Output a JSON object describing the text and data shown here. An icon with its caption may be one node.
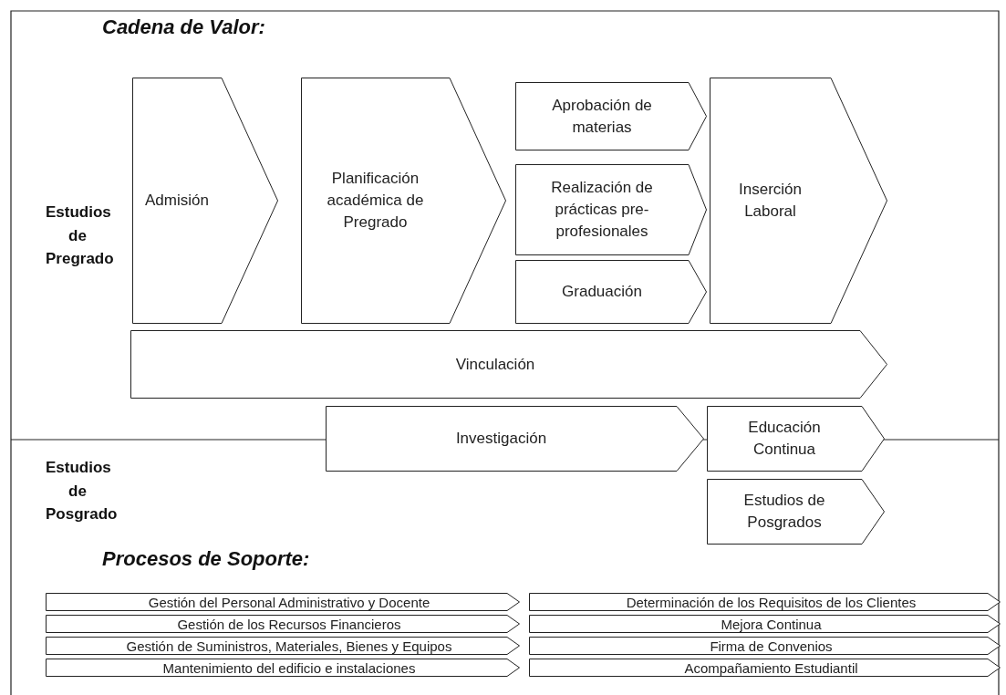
{
  "diagram": {
    "nodes": [
      {
        "text": [
          "Admisión"
        ]
      },
      {
        "text": [
          "Planificación académica de Pregrado"
        ]
      },
      {
        "text": [
          "Aprobación de materias"
        ]
      },
      {
        "text": [
          "Realización de prácticas pre-profesionales"
        ]
      },
      {
        "text": [
          "Graduación"
        ]
      },
      {
        "text": [
          "Inserción Laboral"
        ]
      },
      {
        "text": [
          "Vinculación"
        ]
      },
      {
        "text": [
          "Investigación"
        ]
      },
      {
        "text": [
          "Educación Continua"
        ]
      },
      {
        "text": [
          "Estudios de Posgrados"
        ]
      },
      {
        "text": [
          "Gestión del Personal Administrativo y Docente"
        ]
      },
      {
        "text": [
          "Determinación de los Requisitos de los Clientes"
        ]
      },
      {
        "text": [
          "Gestión de los Recursos Financieros"
        ]
      },
      {
        "text": [
          "Mejora Continua"
        ]
      },
      {
        "text": [
          "Gestión de Suministros, Materiales, Bienes y Equipos"
        ]
      },
      {
        "text": [
          "Firma de Convenios"
        ]
      },
      {
        "text": [
          "Mantenimiento del edificio e instalaciones"
        ]
      },
      {
        "text": [
          "Acompañamiento Estudiantil"
        ]
      }
    ],
    "labels": [
      "Cadena de Valor:",
      "Estudios de Pregrado",
      "Estudios de Posgrado",
      "Procesos de Soporte:"
    ]
  }
}
